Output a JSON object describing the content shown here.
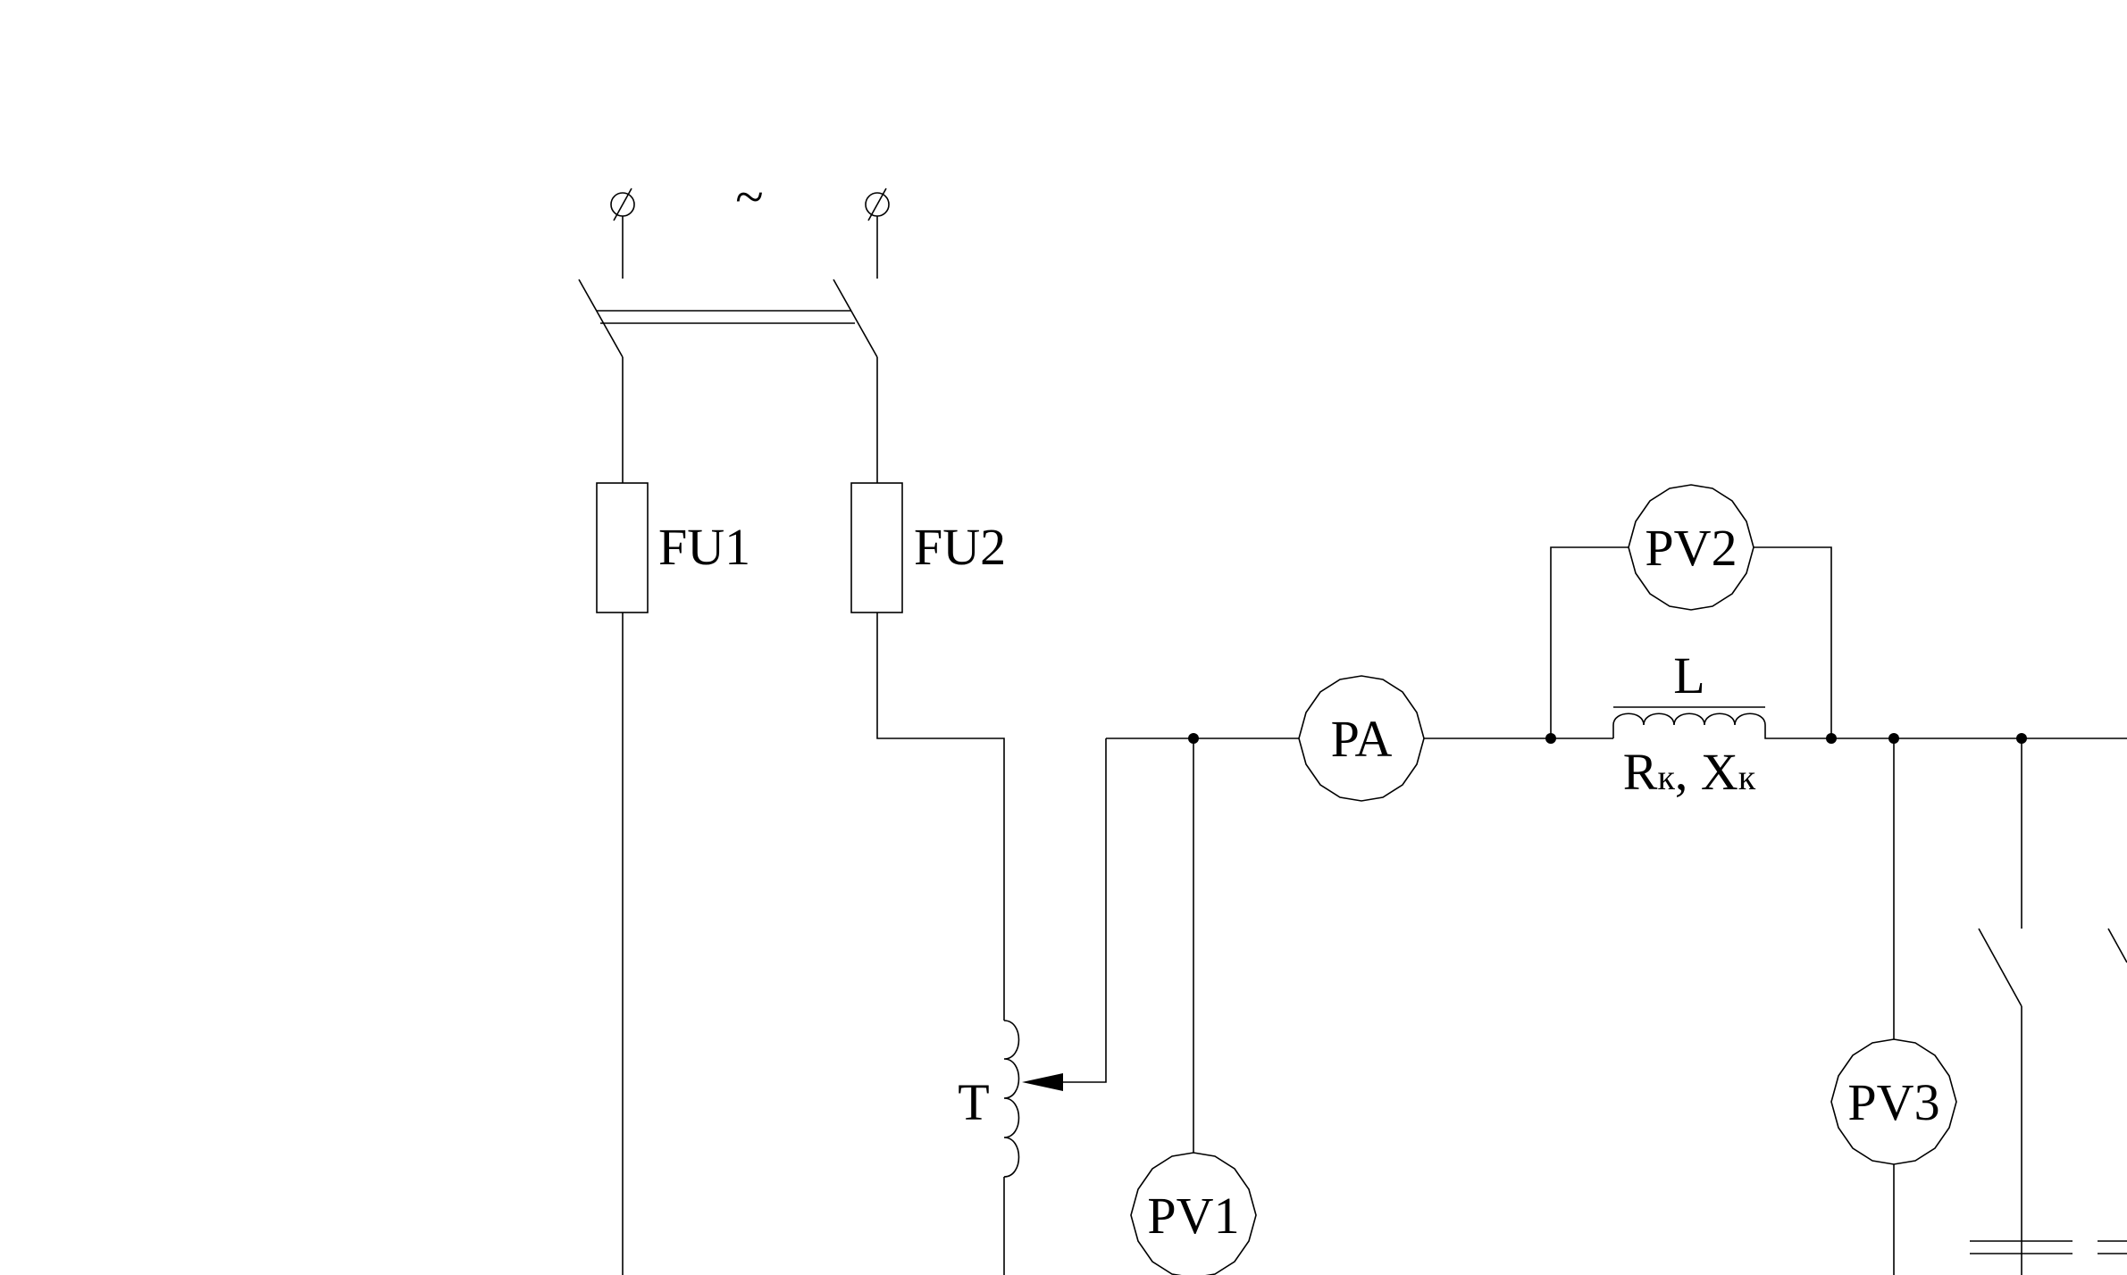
{
  "source": {
    "symbol": "~"
  },
  "fuses": {
    "fu1": "FU1",
    "fu2": "FU2"
  },
  "transformer": {
    "label": "T"
  },
  "meters": {
    "pa": "PA",
    "pv1": "PV1",
    "pv2": "PV2",
    "pv3": "PV3"
  },
  "inductor": {
    "label": "L",
    "r_main": "R",
    "r_sub": "к",
    "separator": ", ",
    "x_main": "X",
    "x_sub": "к"
  }
}
